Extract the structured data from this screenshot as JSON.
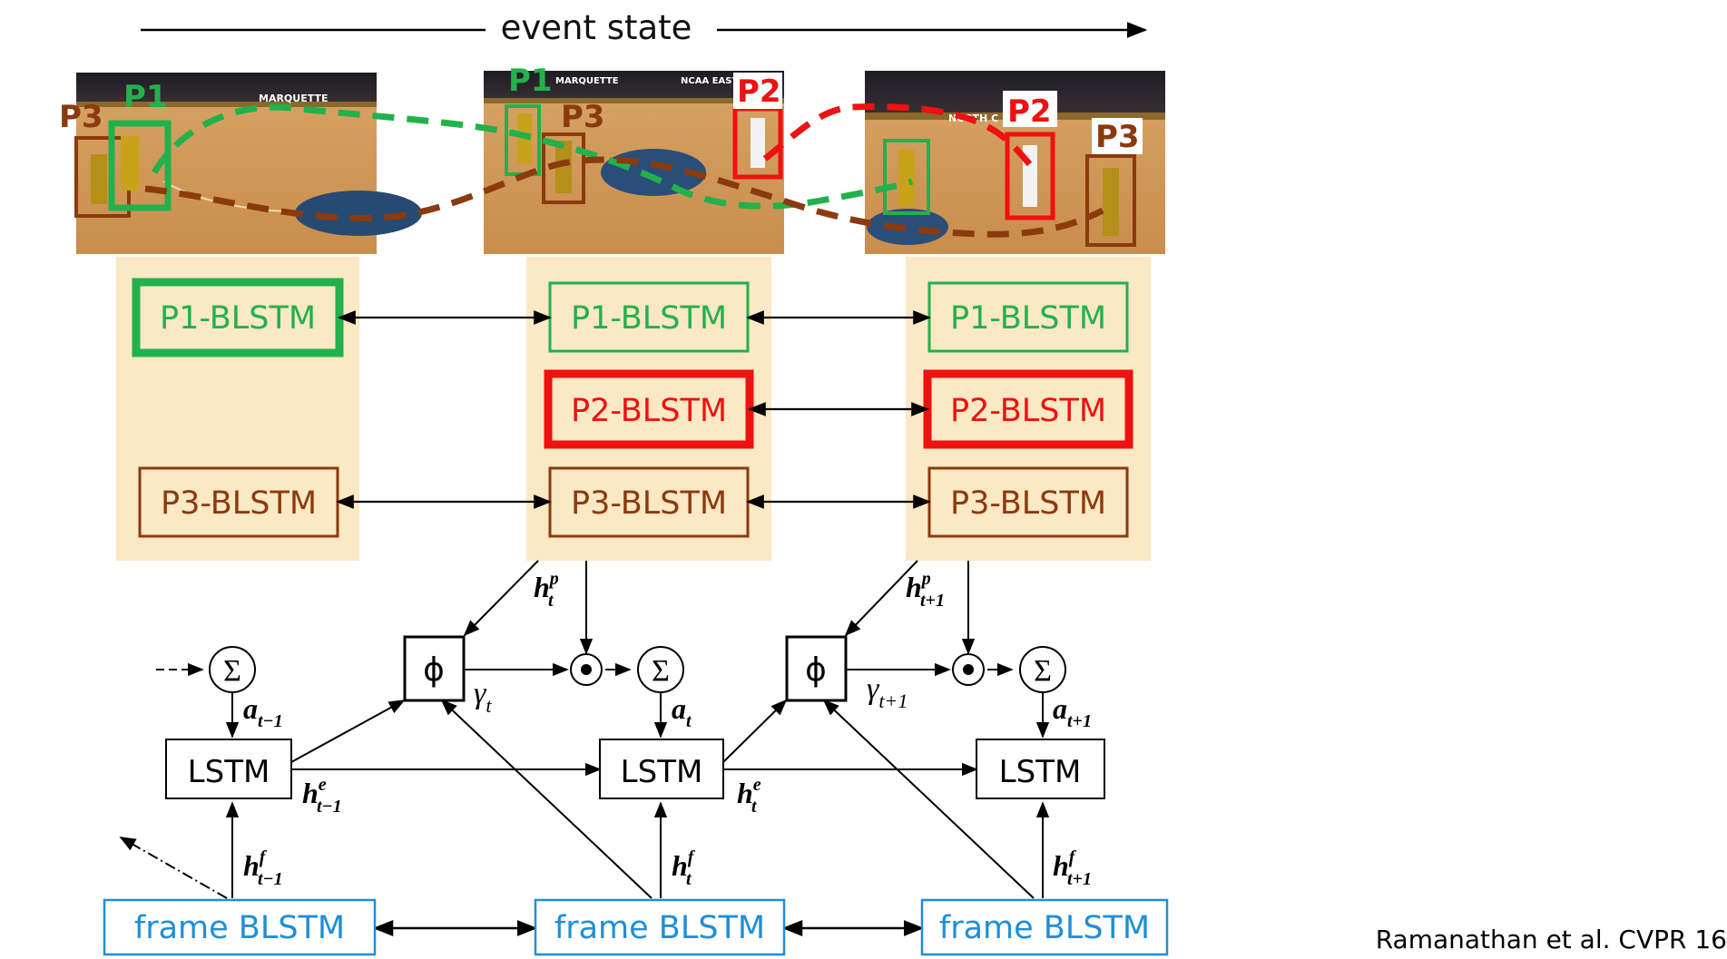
{
  "header": {
    "title": "event state"
  },
  "frames": [
    {
      "id": "t-1",
      "players": [
        {
          "tag": "P3",
          "color": "#8b3a0e"
        },
        {
          "tag": "P1",
          "color": "#22b14c"
        }
      ],
      "court_text": "MARQUETTE"
    },
    {
      "id": "t",
      "players": [
        {
          "tag": "P1",
          "color": "#22b14c"
        },
        {
          "tag": "P3",
          "color": "#8b3a0e"
        },
        {
          "tag": "P2",
          "color": "#ee1111"
        }
      ],
      "court_text": "MARQUETTE",
      "scoreboard_text": "NCAA EAST BASKET"
    },
    {
      "id": "t+1",
      "players": [
        {
          "tag": "P2",
          "color": "#ee1111"
        },
        {
          "tag": "P3",
          "color": "#8b3a0e"
        }
      ],
      "court_text": "NORTH C"
    }
  ],
  "columns": [
    {
      "id": "t-1",
      "boxes": [
        {
          "label": "P1-BLSTM",
          "color": "#22b14c",
          "emphasized": true
        },
        {
          "label": "P3-BLSTM",
          "color": "#8b3a0e",
          "emphasized": false
        }
      ]
    },
    {
      "id": "t",
      "boxes": [
        {
          "label": "P1-BLSTM",
          "color": "#22b14c",
          "emphasized": false
        },
        {
          "label": "P2-BLSTM",
          "color": "#ee1111",
          "emphasized": true
        },
        {
          "label": "P3-BLSTM",
          "color": "#8b3a0e",
          "emphasized": false
        }
      ]
    },
    {
      "id": "t+1",
      "boxes": [
        {
          "label": "P1-BLSTM",
          "color": "#22b14c",
          "emphasized": false
        },
        {
          "label": "P2-BLSTM",
          "color": "#ee1111",
          "emphasized": true
        },
        {
          "label": "P3-BLSTM",
          "color": "#8b3a0e",
          "emphasized": false
        }
      ]
    }
  ],
  "network": {
    "lstm_label": "LSTM",
    "frame_label": "frame BLSTM",
    "phi_symbol": "ϕ",
    "sum_symbol": "Σ",
    "dot_symbol": "•",
    "steps": [
      {
        "a_base": "a",
        "a_sub": "t−1",
        "he_base": "h",
        "he_sup": "e",
        "he_sub": "t−1",
        "hf_base": "h",
        "hf_sup": "f",
        "hf_sub": "t−1"
      },
      {
        "a_base": "a",
        "a_sub": "t",
        "he_base": "h",
        "he_sup": "e",
        "he_sub": "t",
        "hf_base": "h",
        "hf_sup": "f",
        "hf_sub": "t",
        "hp_base": "h",
        "hp_sup": "p",
        "hp_sub": "t",
        "gamma_base": "γ",
        "gamma_sub": "t"
      },
      {
        "a_base": "a",
        "a_sub": "t+1",
        "hf_base": "h",
        "hf_sup": "f",
        "hf_sub": "t+1",
        "hp_base": "h",
        "hp_sup": "p",
        "hp_sub": "t+1",
        "gamma_base": "γ",
        "gamma_sub": "t+1"
      }
    ]
  },
  "colors": {
    "panel": "#fbe8c4",
    "frame_blue": "#1f8fd6",
    "black": "#000000"
  },
  "citation": "Ramanathan et al. CVPR 16"
}
